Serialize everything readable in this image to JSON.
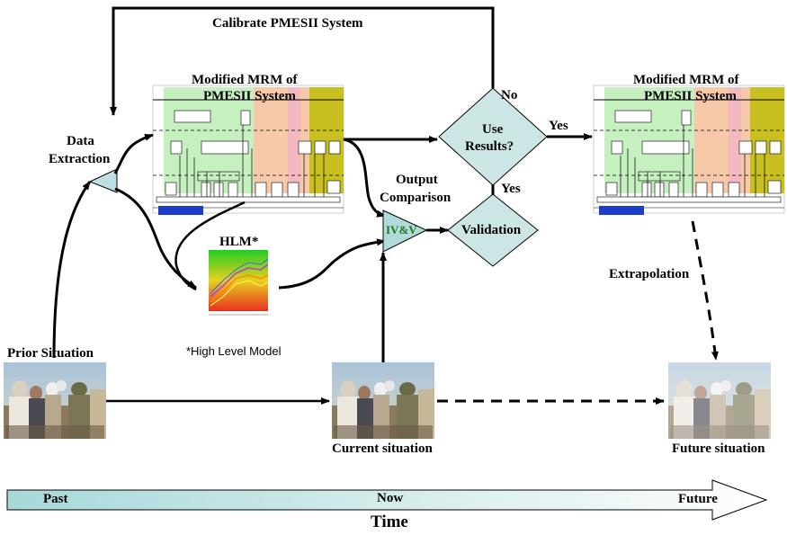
{
  "diagram": {
    "calibrate_label": "Calibrate PMESII System",
    "mrm_left_title_1": "Modified MRM of",
    "mrm_left_title_2": "PMESII System",
    "mrm_right_title_1": "Modified MRM of",
    "mrm_right_title_2": "PMESII System",
    "data_extraction_1": "Data",
    "data_extraction_2": "Extraction",
    "hlm_title": "HLM*",
    "hlm_footnote": "*High Level Model",
    "output_comparison_1": "Output",
    "output_comparison_2": "Comparison",
    "ivv_label": "IV&V",
    "validation_label": "Validation",
    "use_results_1": "Use",
    "use_results_2": "Results?",
    "no_label": "No",
    "yes_right_label": "Yes",
    "yes_up_label": "Yes",
    "extrapolation_label": "Extrapolation",
    "prior_situation_label": "Prior Situation",
    "current_situation_label": "Current situation",
    "future_situation_label": "Future situation"
  },
  "timeline": {
    "past_label": "Past",
    "now_label": "Now",
    "future_label": "Future",
    "time_label": "Time"
  },
  "colors": {
    "diamond_fill": "#cce6e6",
    "ivv_fill": "#b3dada",
    "ivv_text": "#1a7a1a",
    "arrow_start": "#a8d8d8",
    "arrow_end": "#ffffff"
  }
}
